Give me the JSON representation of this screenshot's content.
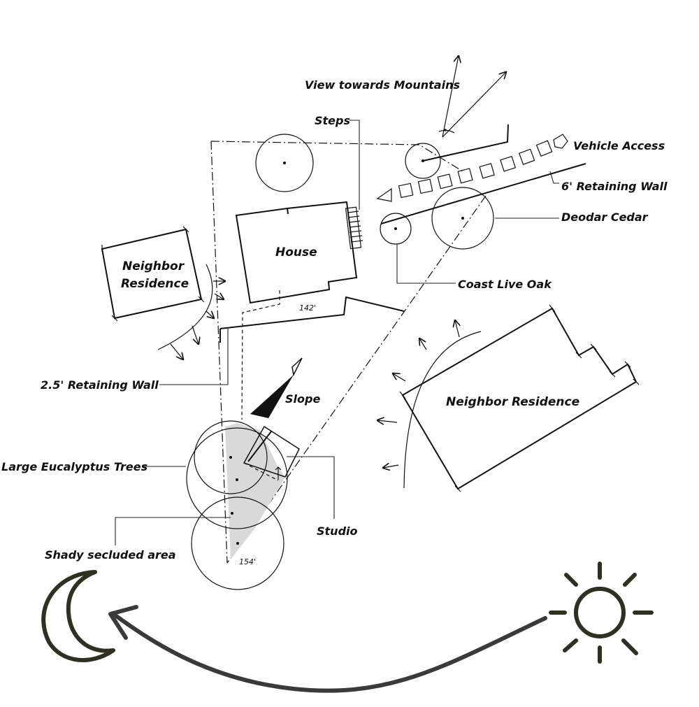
{
  "labels": {
    "view": "View towards Mountains",
    "steps": "Steps",
    "vehicle_access": "Vehicle Access",
    "retaining_wall_6": "6' Retaining Wall",
    "deodar_cedar": "Deodar Cedar",
    "coast_live_oak": "Coast Live Oak",
    "house": "House",
    "neighbor_left_line1": "Neighbor",
    "neighbor_left_line2": "Residence",
    "neighbor_right": "Neighbor Residence",
    "retaining_wall_25": "2.5' Retaining Wall",
    "slope": "Slope",
    "eucalyptus": "Large Eucalyptus Trees",
    "studio": "Studio",
    "shady": "Shady secluded area"
  },
  "dimensions": {
    "north_edge": "142'",
    "south_edge": "154'"
  },
  "colors": {
    "ink": "#111111",
    "shade": "#d9d9d9",
    "sun_moon": "#2f2f22",
    "arc_arrow": "#3a3a3a"
  },
  "icons": {
    "sun": "sun-icon",
    "moon": "moon-icon"
  }
}
